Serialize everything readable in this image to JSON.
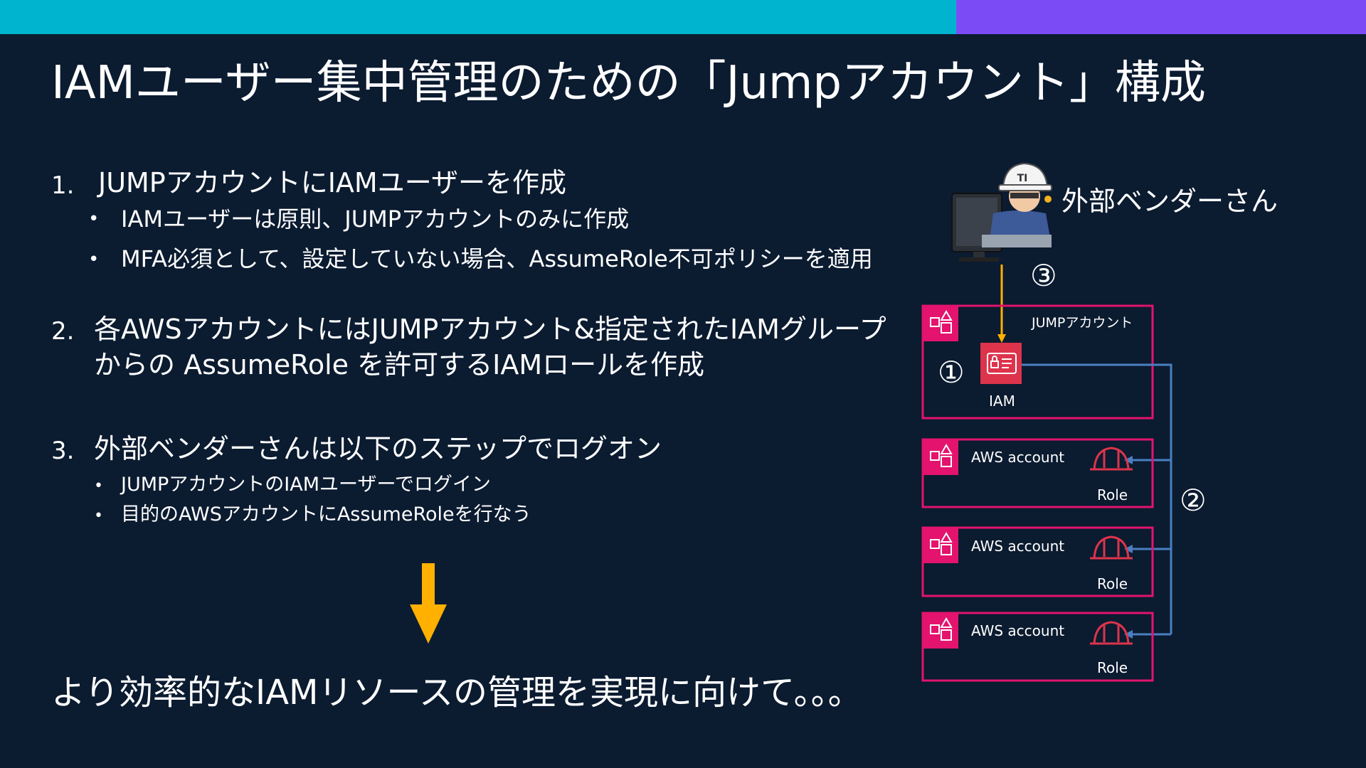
{
  "theme": {
    "background": "#0b1b30",
    "bar_left": "#00b4d0",
    "bar_right": "#7b4cf5",
    "aws_pink": "#e3136e",
    "iam_red": "#dd344c",
    "role_red": "#dd344c",
    "arrow_yellow": "#ffb000",
    "connector_blue": "#4a7fc1",
    "text": "#ffffff"
  },
  "title": "IAMユーザー集中管理のための「Jumpアカウント」構成",
  "steps": [
    {
      "number": "1.",
      "lines": [
        "JUMPアカウントにIAMユーザーを作成"
      ],
      "bullets": [
        "IAMユーザーは原則、JUMPアカウントのみに作成",
        "MFA必須として、設定していない場合、AssumeRole不可ポリシーを適用"
      ]
    },
    {
      "number": "2.",
      "lines": [
        "各AWSアカウントにはJUMPアカウント&指定されたIAMグループ",
        "からの AssumeRole を許可するIAMロールを作成"
      ],
      "bullets": []
    },
    {
      "number": "3.",
      "lines": [
        "外部ベンダーさんは以下のステップでログオン"
      ],
      "bullets": [
        "JUMPアカウントのIAMユーザーでログイン",
        "目的のAWSアカウントにAssumeRoleを行なう"
      ]
    }
  ],
  "conclusion": "より効率的なIAMリソースの管理を実現に向けて。。。",
  "diagram": {
    "vendor_label": "外部ベンダーさん",
    "helmet_text": "TI",
    "jump_account_label": "JUMPアカウント",
    "iam_label": "IAM",
    "marker_1": "①",
    "marker_2": "②",
    "marker_3": "③",
    "accounts": [
      {
        "label": "AWS account",
        "role_label": "Role"
      },
      {
        "label": "AWS account",
        "role_label": "Role"
      },
      {
        "label": "AWS account",
        "role_label": "Role"
      }
    ]
  }
}
